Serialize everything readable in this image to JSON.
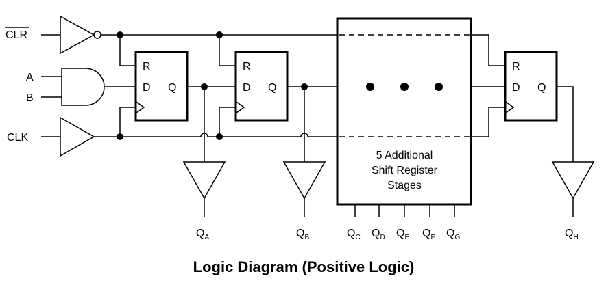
{
  "inputs": {
    "clr": "CLR",
    "a": "A",
    "b": "B",
    "clk": "CLK"
  },
  "flipflop": {
    "r": "R",
    "d": "D",
    "q": "Q"
  },
  "outputs": {
    "q": "Q",
    "qa_sub": "A",
    "qb_sub": "B",
    "qc_sub": "C",
    "qd_sub": "D",
    "qe_sub": "E",
    "qf_sub": "F",
    "qg_sub": "G",
    "qh_sub": "H"
  },
  "stages_box": {
    "line1": "5 Additional",
    "line2": "Shift Register",
    "line3": "Stages"
  },
  "title": "Logic Diagram (Positive Logic)"
}
